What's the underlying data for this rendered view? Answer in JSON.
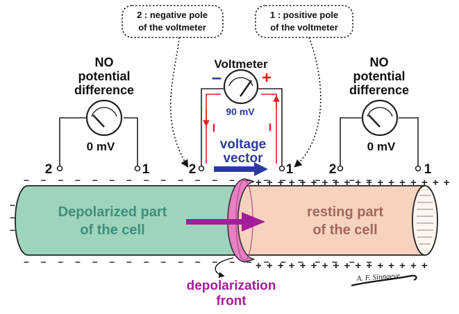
{
  "callouts": {
    "negative": [
      "2 : negative pole",
      "of the voltmeter"
    ],
    "positive": [
      "1 : positive pole",
      "of the voltmeter"
    ]
  },
  "left_meter": {
    "caption": [
      "NO",
      "potential",
      "difference"
    ],
    "reading": "0 mV",
    "pole_2": "2",
    "pole_1": "1"
  },
  "center_meter": {
    "caption": "Voltmeter",
    "reading": "90 mV",
    "minus_sign": "–",
    "plus_sign": "+",
    "current_left": "I",
    "current_right": "I",
    "pole_2": "2",
    "pole_1": "1"
  },
  "right_meter": {
    "caption": [
      "NO",
      "potential",
      "difference"
    ],
    "reading": "0 mV",
    "pole_2": "2",
    "pole_1": "1"
  },
  "vector_label": [
    "voltage",
    "vector"
  ],
  "depolarized_label": [
    "Depolarized part",
    "of the cell"
  ],
  "resting_label": [
    "resting part",
    "of the cell"
  ],
  "front_label": [
    "depolarization",
    "front"
  ],
  "signature": "A. F. Sinnaeve",
  "colors": {
    "depolarized": "#9ed3bc",
    "resting": "#f6d2bf",
    "front": "#e77fc0",
    "arrow_purple": "#a51d9a",
    "vector_blue": "#2b3aa0",
    "current_red": "#e02020",
    "teal_text": "#3e8f7e",
    "brown_text": "#a2685a"
  }
}
